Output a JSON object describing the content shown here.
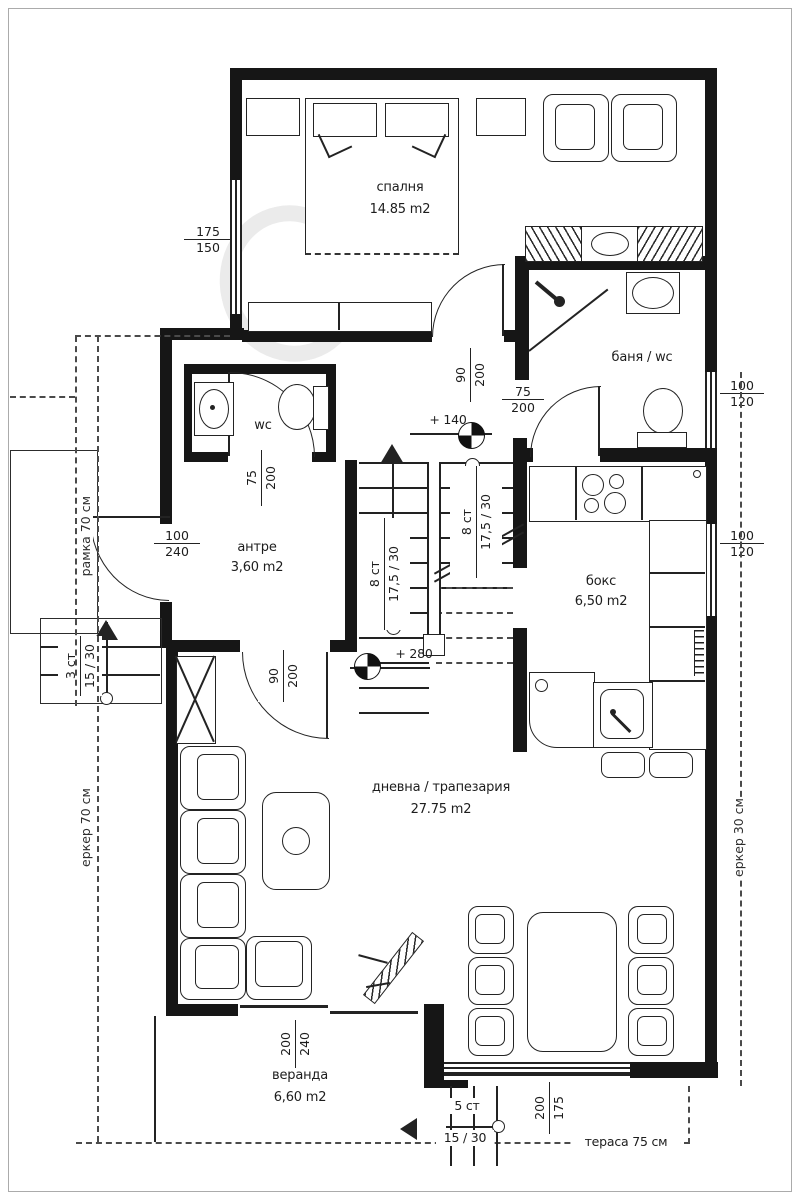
{
  "plan": {
    "rooms": {
      "bedroom": {
        "name": "спалня",
        "area": "14.85 m2"
      },
      "bathroom": {
        "name": "баня / wc"
      },
      "wc": {
        "name": "wc"
      },
      "hall": {
        "name": "антре",
        "area": "3,60 m2"
      },
      "kitchen": {
        "name": "бокс",
        "area": "6,50 m2"
      },
      "living": {
        "name": "дневна / трапезария",
        "area": "27.75 m2"
      },
      "veranda": {
        "name": "веранда",
        "area": "6,60 m2"
      }
    },
    "dimensions": {
      "bedroom_window": {
        "w": "175",
        "h": "150"
      },
      "bath_window": {
        "w": "100",
        "h": "120"
      },
      "kitchen_window": {
        "w": "100",
        "h": "120"
      },
      "entry_door": {
        "w": "100",
        "h": "240"
      },
      "wc_door": {
        "w": "75",
        "h": "200"
      },
      "bath_door": {
        "w": "75",
        "h": "200"
      },
      "bedroom_door": {
        "w": "90",
        "h": "200"
      },
      "living_door": {
        "w": "90",
        "h": "200"
      },
      "veranda_door": {
        "w": "200",
        "h": "240"
      },
      "dining_window": {
        "w": "200",
        "h": "175"
      }
    },
    "stairs": {
      "flight_left": {
        "steps": "8 ст",
        "rise_run": "17,5 / 30"
      },
      "flight_right": {
        "steps": "8 ст",
        "rise_run": "17,5 / 30"
      },
      "porch": {
        "steps": "3 ст",
        "rise_run": "15 / 30"
      },
      "exterior": {
        "steps": "5 ст",
        "rise_run": "15 / 30"
      }
    },
    "levels": {
      "landing": "+ 140",
      "floor": "+ 280"
    },
    "annotations": {
      "bay_left": "еркер 70 см",
      "bay_right": "еркер 30 см",
      "frame": "рамка 70 см",
      "terrace": "тераса 75 см"
    },
    "colors": {
      "wall": "#161616",
      "line": "#232323",
      "dash": "#4a4a4a",
      "watermark": "#dcdcdc"
    }
  }
}
